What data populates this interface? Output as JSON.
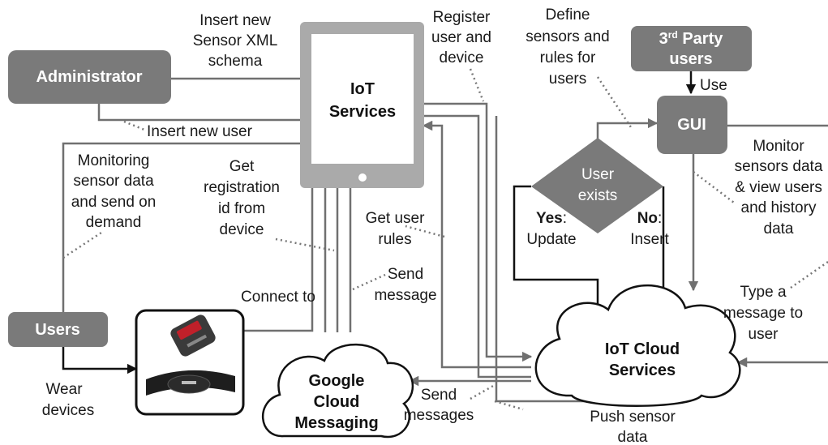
{
  "nodes": {
    "administrator": "Administrator",
    "users": "Users",
    "gui": "GUI",
    "third_party": {
      "sup": "rd",
      "line1_pre": "3",
      "line1_post": " Party",
      "line2": "users"
    },
    "iot_services": {
      "line1": "IoT",
      "line2": "Services"
    },
    "user_exists": {
      "line1": "User",
      "line2": "exists"
    },
    "iot_cloud": {
      "line1": "IoT Cloud",
      "line2": "Services"
    },
    "gcm": {
      "line1": "Google",
      "line2": "Cloud",
      "line3": "Messaging"
    }
  },
  "labels": {
    "insert_schema": [
      "Insert new",
      "Sensor XML",
      "schema"
    ],
    "register": [
      "Register",
      "user and",
      "device"
    ],
    "define": [
      "Define",
      "sensors and",
      "rules for",
      "users"
    ],
    "use": "Use",
    "insert_user": "Insert new user",
    "monitoring": [
      "Monitoring",
      "sensor data",
      "and send on",
      "demand"
    ],
    "get_registration": [
      "Get",
      "registration",
      "id from",
      "device"
    ],
    "get_user_rules": [
      "Get user",
      "rules"
    ],
    "monitor_sensors": [
      "Monitor",
      "sensors data",
      "& view users",
      "and history",
      "data"
    ],
    "yes_bold": "Yes",
    "yes_rest": ":",
    "update": "Update",
    "no_bold": "No",
    "no_rest": ":",
    "insert": "Insert",
    "send_message": [
      "Send",
      "message"
    ],
    "connect_to": "Connect to",
    "type_message": [
      "Type a",
      "message to",
      "user"
    ],
    "wear_devices": [
      "Wear",
      "devices"
    ],
    "send_messages": [
      "Send",
      "messages"
    ],
    "push_sensor": [
      "Push sensor",
      "data"
    ]
  },
  "colors": {
    "box": "#7a7a7a",
    "line": "#707070",
    "dark_line": "#111111"
  }
}
